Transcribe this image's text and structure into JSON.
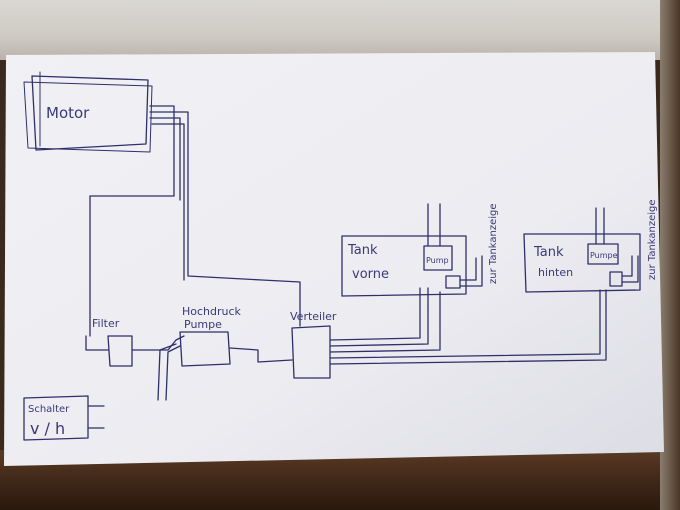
{
  "diagram": {
    "motor": {
      "label": "Motor"
    },
    "filter": {
      "label": "Filter"
    },
    "pump": {
      "label_line1": "Hochdruck",
      "label_line2": "Pumpe"
    },
    "distributor": {
      "label": "Verteiler"
    },
    "tank_front": {
      "label_line1": "Tank",
      "label_line2": "vorne",
      "pump_label": "Pump",
      "gauge_label": "zur Tankanzeige"
    },
    "tank_rear": {
      "label_line1": "Tank",
      "label_line2": "hinten",
      "pump_label": "Pumpe",
      "gauge_label": "zur Tankanzeige"
    },
    "switch": {
      "label_line1": "Schalter",
      "label_line2": "v / h"
    }
  },
  "colors": {
    "ink": "#2f2f6a",
    "paper": "#eeeef3"
  }
}
